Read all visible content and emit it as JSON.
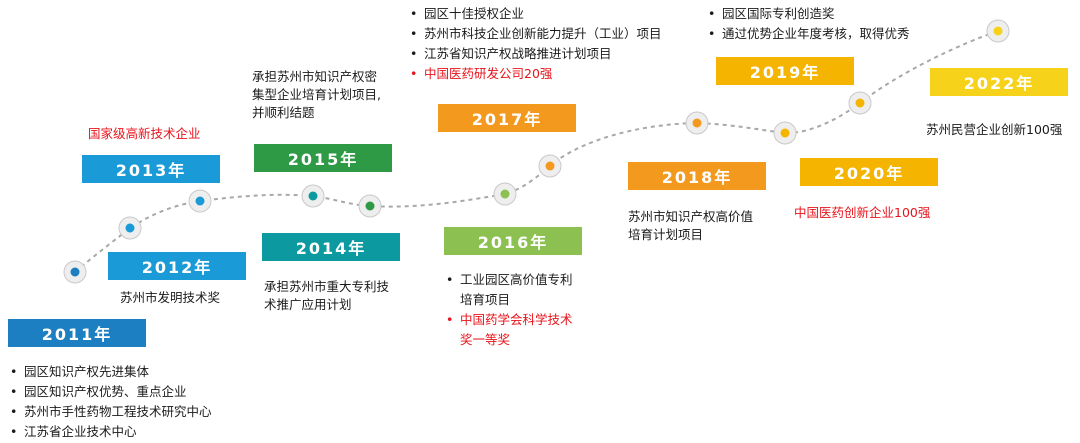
{
  "colors": {
    "blue_dark": "#1b7fc1",
    "blue": "#1a9bd7",
    "teal": "#0c9aa0",
    "green": "#2e9a45",
    "lime": "#8cc152",
    "orange": "#f39a1e",
    "gold": "#f4b400",
    "yellow": "#f6d21a",
    "highlight_red": "#e8141c",
    "path_gray": "#a8a8a8"
  },
  "milestones": {
    "y2011": {
      "label": "2011年",
      "items": [
        "园区知识产权先进集体",
        "园区知识产权优势、重点企业",
        "苏州市手性药物工程技术研究中心",
        "江苏省企业技术中心"
      ]
    },
    "y2012": {
      "label": "2012年",
      "note": "苏州市发明技术奖"
    },
    "y2013": {
      "label": "2013年",
      "note_red": "国家级高新技术企业"
    },
    "y2014": {
      "label": "2014年",
      "note_line1": "承担苏州市重大专利技",
      "note_line2": "术推广应用计划"
    },
    "y2015": {
      "label": "2015年",
      "note_line1": "承担苏州市知识产权密",
      "note_line2": "集型企业培育计划项目,",
      "note_line3": "并顺利结题"
    },
    "y2016": {
      "label": "2016年",
      "item1_line1": "工业园区高价值专利",
      "item1_line2": "培育项目",
      "item2_line1": "中国药学会科学技术",
      "item2_line2": "奖一等奖"
    },
    "y2017": {
      "label": "2017年",
      "items": [
        "园区十佳授权企业",
        "苏州市科技企业创新能力提升（工业）项目",
        "江苏省知识产权战略推进计划项目"
      ],
      "item_red": "中国医药研发公司20强"
    },
    "y2018": {
      "label": "2018年",
      "note_line1": "苏州市知识产权高价值",
      "note_line2": "培育计划项目"
    },
    "y2019": {
      "label": "2019年",
      "items": [
        "园区国际专利创造奖",
        "通过优势企业年度考核，取得优秀"
      ]
    },
    "y2020": {
      "label": "2020年",
      "note_red": "中国医药创新企业100强"
    },
    "y2022": {
      "label": "2022年",
      "note": "苏州民营企业创新100强"
    }
  }
}
